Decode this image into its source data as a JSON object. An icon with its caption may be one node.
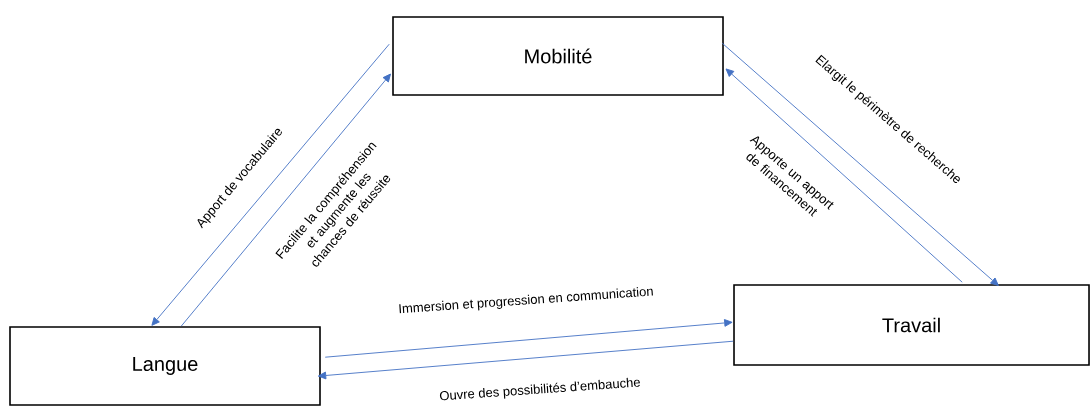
{
  "diagram": {
    "nodes": [
      {
        "text": [
          "Mobilité"
        ]
      },
      {
        "text": [
          "Travail"
        ]
      },
      {
        "text": [
          "Langue"
        ]
      }
    ],
    "edges": [
      {
        "from": 0,
        "to": 2,
        "arrow": "to",
        "label": "Apport de vocabulaire"
      },
      {
        "from": 2,
        "to": 0,
        "arrow": "to",
        "label": "Facilite la compréhension et augmente les chances de réussite"
      },
      {
        "from": 0,
        "to": 1,
        "arrow": "to",
        "label": "Elargit le périmètre de recherche"
      },
      {
        "from": 1,
        "to": 0,
        "arrow": "to",
        "label": "Apporte un apport de financement"
      },
      {
        "from": 2,
        "to": 1,
        "arrow": "to",
        "label": "Immersion et progression en communication"
      },
      {
        "from": 1,
        "to": 2,
        "arrow": "to",
        "label": "Ouvre des possibilités d’embauche"
      }
    ]
  }
}
